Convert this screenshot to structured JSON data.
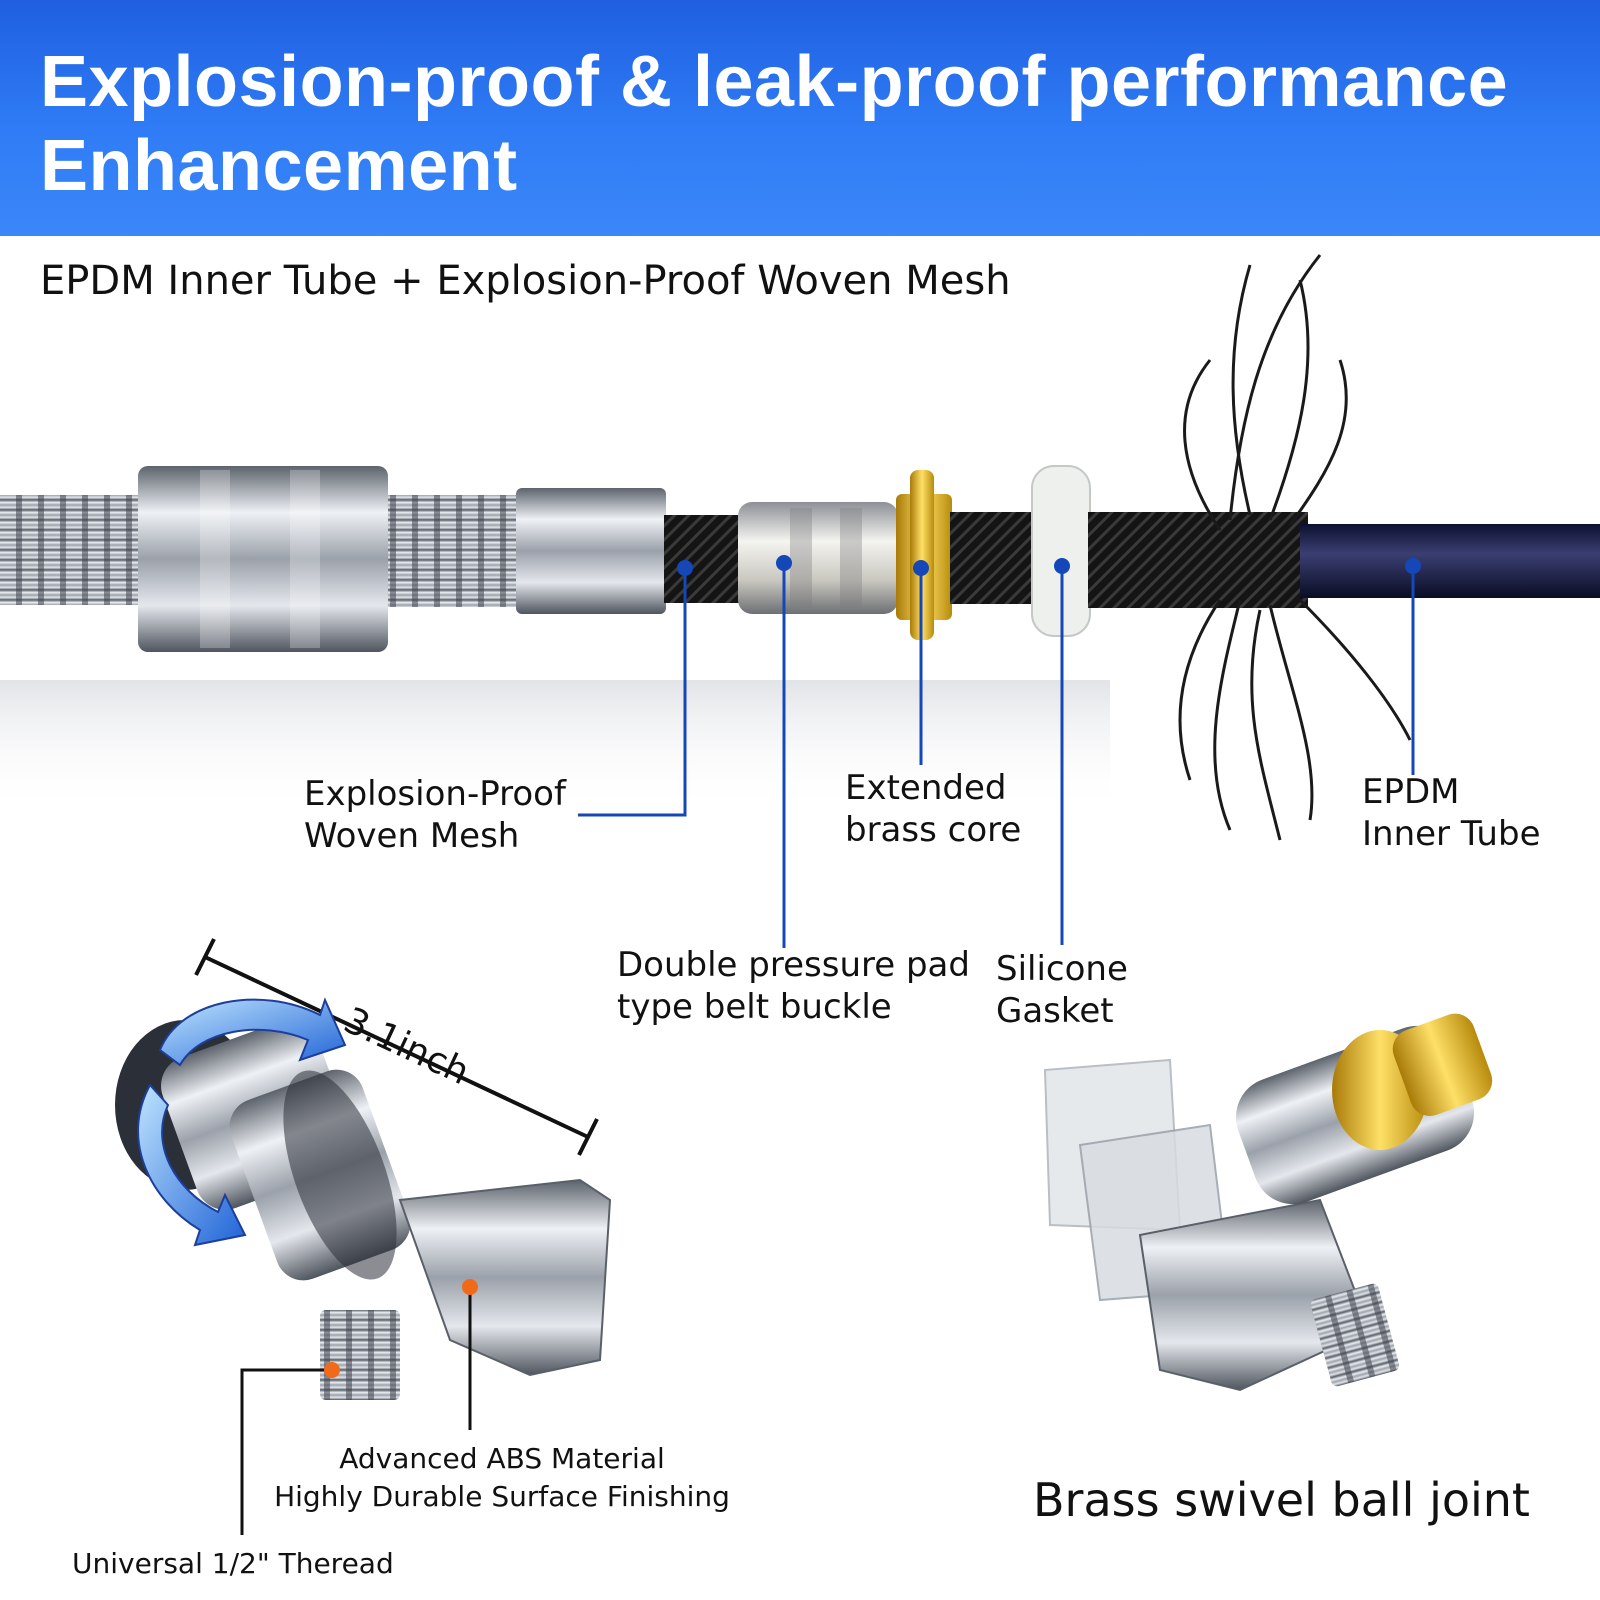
{
  "banner": {
    "title_line1": "Explosion-proof & leak-proof performance",
    "title_line2": "Enhancement"
  },
  "subtitle": "EPDM Inner Tube + Explosion-Proof Woven Mesh",
  "hose_labels": {
    "woven_mesh_line1": "Explosion-Proof",
    "woven_mesh_line2": "Woven Mesh",
    "brass_core_line1": "Extended",
    "brass_core_line2": "brass core",
    "epdm_line1": "EPDM",
    "epdm_line2": "Inner Tube",
    "buckle_line1": "Double pressure pad",
    "buckle_line2": "type belt buckle",
    "gasket_line1": "Silicone",
    "gasket_line2": "Gasket"
  },
  "bracket": {
    "dimension": "3.1inch",
    "material_line1": "Advanced  ABS Material",
    "material_line2": "Highly Durable Surface Finishing",
    "thread": "Universal 1/2\" Theread"
  },
  "swivel": {
    "caption": "Brass swivel ball joint"
  },
  "colors": {
    "banner_blue": "#2f7cf6",
    "callout_blue": "#1547b8",
    "callout_orange": "#f06a1a",
    "chrome": "#b9bec6",
    "brass": "#e2b21c"
  }
}
